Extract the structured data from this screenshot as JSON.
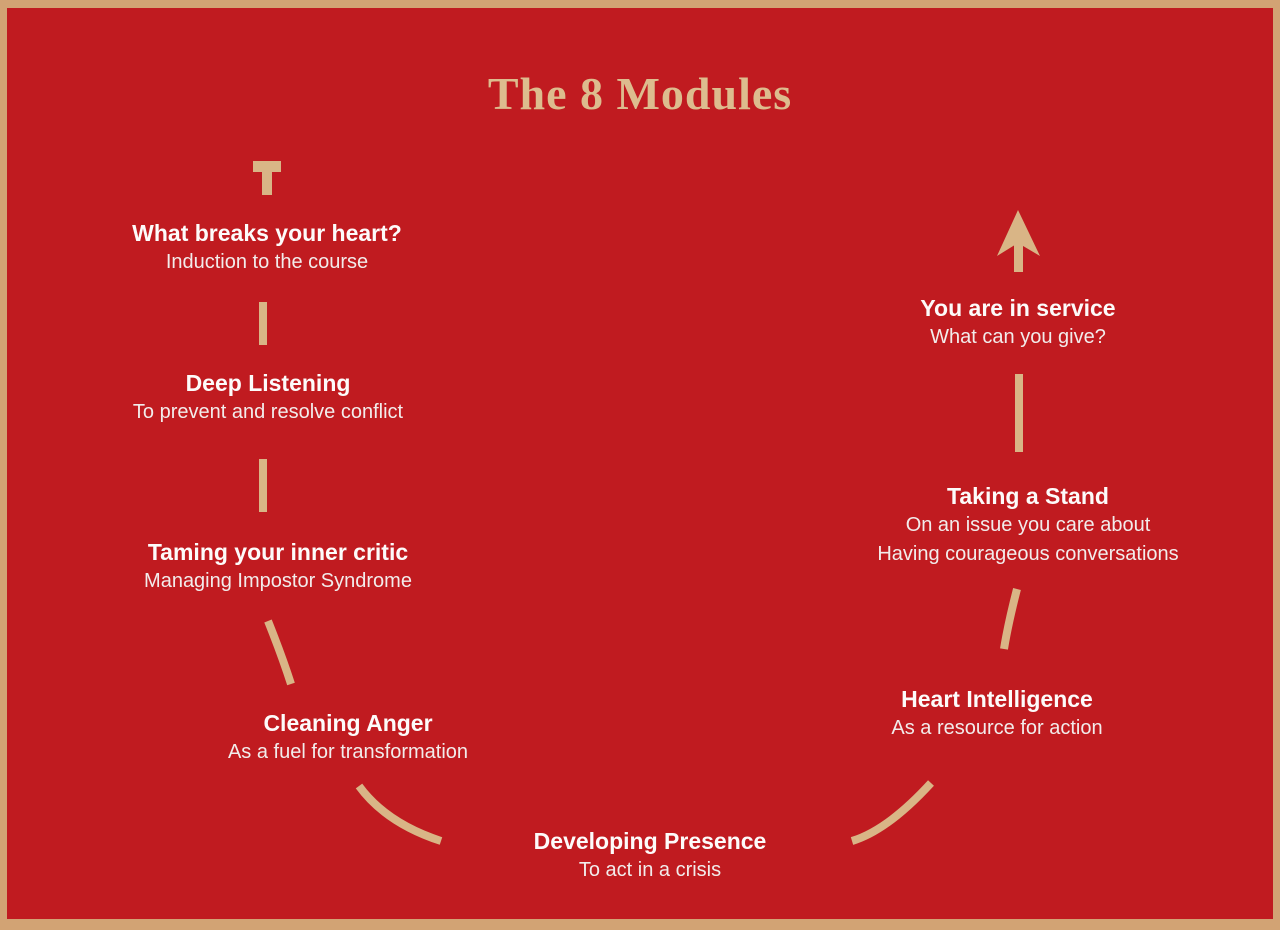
{
  "title": "The 8 Modules",
  "colors": {
    "background": "#c01b20",
    "border": "#d2a374",
    "accent": "#d9b586",
    "title": "#ddbc8e",
    "heading_text": "#fdfbfa",
    "subtitle_text": "#f2eceb"
  },
  "icons": {
    "start_marker": "t-tick",
    "end_marker": "up-arrow"
  },
  "modules": [
    {
      "title": "What breaks your heart?",
      "subtitle": "Induction to the course"
    },
    {
      "title": "Deep Listening",
      "subtitle": "To prevent and resolve conflict"
    },
    {
      "title": "Taming your inner critic",
      "subtitle": "Managing Impostor Syndrome"
    },
    {
      "title": "Cleaning Anger",
      "subtitle": "As a fuel for transformation"
    },
    {
      "title": "Developing Presence",
      "subtitle": "To act in a crisis"
    },
    {
      "title": "Heart Intelligence",
      "subtitle": "As a resource for action"
    },
    {
      "title": "Taking a Stand",
      "subtitle": "On an issue you care about",
      "subtitle2": "Having courageous conversations"
    },
    {
      "title": "You are in service",
      "subtitle": "What can you give?"
    }
  ]
}
